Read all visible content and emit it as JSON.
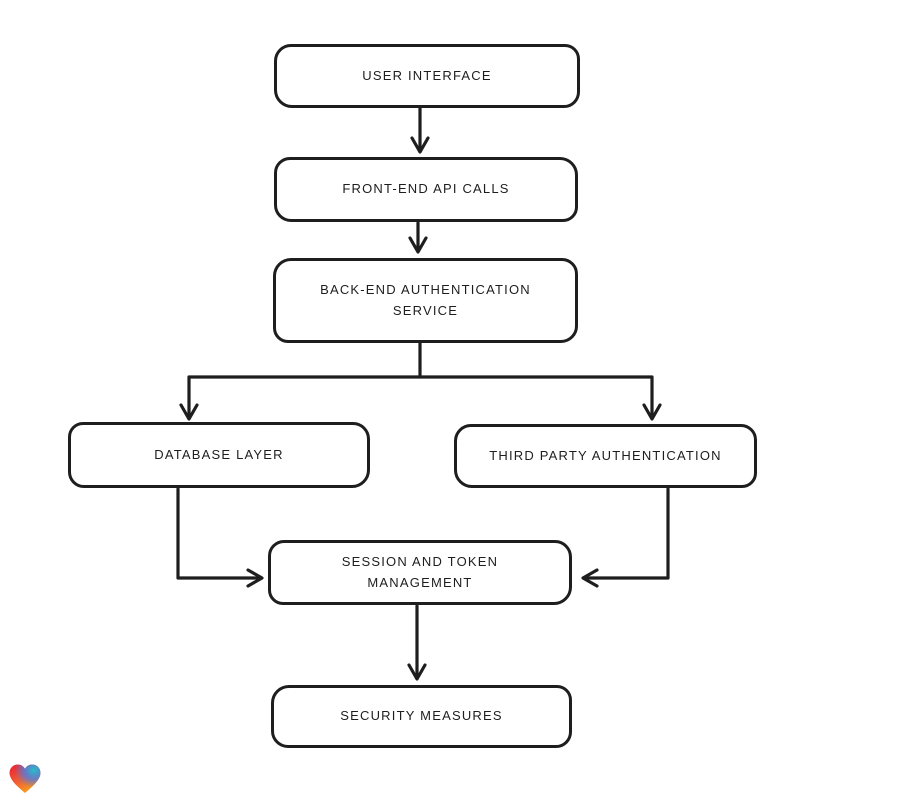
{
  "canvas": {
    "background": "#ffffff"
  },
  "diagram": {
    "type": "flowchart",
    "style": {
      "stroke": "#1e1e1e",
      "node_fill": "#ffffff",
      "node_border_width": 3.5
    },
    "nodes": [
      {
        "id": "user-interface",
        "label": "USER INTERFACE"
      },
      {
        "id": "front-end-api-calls",
        "label": "FRONT-END API CALLS"
      },
      {
        "id": "back-end-authentication-service",
        "label": "BACK-END AUTHENTICATION SERVICE"
      },
      {
        "id": "database-layer",
        "label": "DATABASE LAYER"
      },
      {
        "id": "third-party-authentication",
        "label": "THIRD PARTY AUTHENTICATION"
      },
      {
        "id": "session-and-token-management",
        "label": "SESSION AND TOKEN MANAGEMENT"
      },
      {
        "id": "security-measures",
        "label": "SECURITY MEASURES"
      }
    ],
    "edges": [
      {
        "from": "user-interface",
        "to": "front-end-api-calls"
      },
      {
        "from": "front-end-api-calls",
        "to": "back-end-authentication-service"
      },
      {
        "from": "back-end-authentication-service",
        "to": "database-layer"
      },
      {
        "from": "back-end-authentication-service",
        "to": "third-party-authentication"
      },
      {
        "from": "database-layer",
        "to": "session-and-token-management"
      },
      {
        "from": "third-party-authentication",
        "to": "session-and-token-management"
      },
      {
        "from": "session-and-token-management",
        "to": "security-measures"
      }
    ],
    "logo": {
      "name": "gradient-heart-logo",
      "colors": [
        "#ed1c30",
        "#f79e1b",
        "#26bfc7",
        "#4a7de8"
      ]
    }
  }
}
